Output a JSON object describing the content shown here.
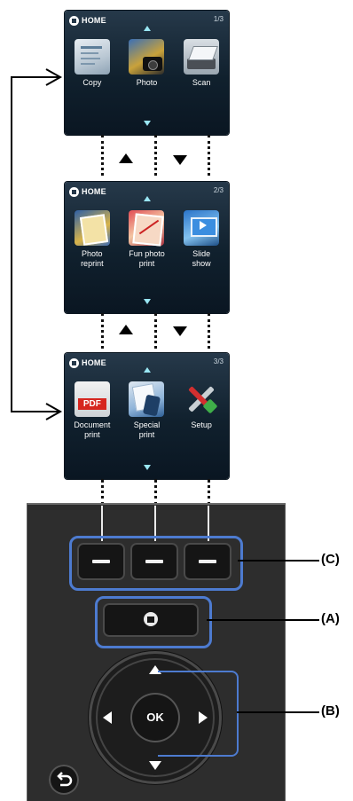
{
  "screens": [
    {
      "header": "HOME",
      "pager": "1/3",
      "items": [
        {
          "label": "Copy",
          "icon": "copy-icon"
        },
        {
          "label": "Photo",
          "icon": "photo-icon"
        },
        {
          "label": "Scan",
          "icon": "scan-icon"
        }
      ]
    },
    {
      "header": "HOME",
      "pager": "2/3",
      "items": [
        {
          "label": "Photo\nreprint",
          "icon": "photo-reprint-icon"
        },
        {
          "label": "Fun photo\nprint",
          "icon": "fun-photo-print-icon"
        },
        {
          "label": "Slide\nshow",
          "icon": "slide-show-icon"
        }
      ]
    },
    {
      "header": "HOME",
      "pager": "3/3",
      "items": [
        {
          "label": "Document\nprint",
          "icon": "pdf-icon",
          "badge": "PDF"
        },
        {
          "label": "Special\nprint",
          "icon": "special-print-icon"
        },
        {
          "label": "Setup",
          "icon": "setup-icon"
        }
      ]
    }
  ],
  "panel": {
    "ok_label": "OK",
    "callouts": {
      "c": "(C)",
      "a": "(A)",
      "b": "(B)"
    }
  },
  "colors": {
    "highlight": "#4d7bd0",
    "screen_bg": "#14222f",
    "panel_bg": "#2d2d2d"
  }
}
